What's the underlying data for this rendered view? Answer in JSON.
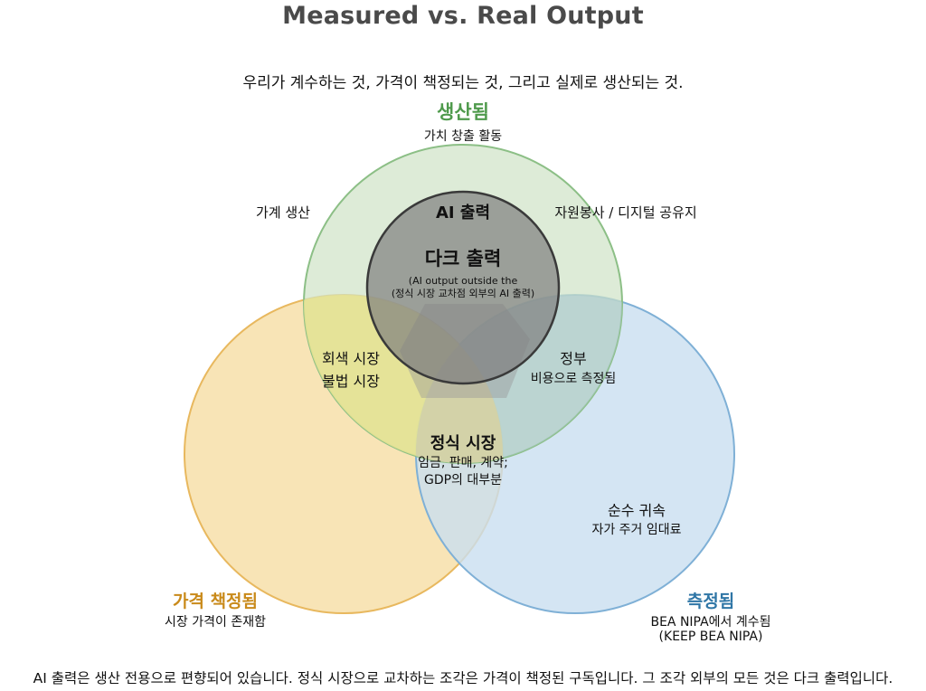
{
  "title": "Measured vs. Real Output",
  "subtitle": "우리가 계수하는 것, 가격이 책정되는 것, 그리고 실제로 생산되는 것.",
  "footer": "AI 출력은 생산 전용으로 편향되어 있습니다. 정식 시장으로 교차하는 조각은 가격이 책정된 구독입니다. 그 조각 외부의 모든 것은 다크 출력입니다.",
  "colors": {
    "produced_fill": "#cfe3c6",
    "produced_stroke": "#8cbf86",
    "priced_fill": "#f7dfa9",
    "priced_stroke": "#e8b85e",
    "measured_fill": "#c9def0",
    "measured_stroke": "#7fb0d6",
    "dark_fill": "#808080",
    "dark_stroke": "#3a3a3a"
  },
  "sets": {
    "produced": {
      "label": "생산됨",
      "sublabel": "가치 창출 활동"
    },
    "priced": {
      "label": "가격 책정됨",
      "sublabel": "시장 가격이 존재함"
    },
    "measured": {
      "label": "측정됨",
      "sublabel1": "BEA NIPA에서 계수됨",
      "sublabel2": "(KEEP BEA NIPA)"
    }
  },
  "regions": {
    "household": "가계 생산",
    "volunteer": "자원봉사 / 디지털 공유지",
    "ai_output": "AI 출력",
    "dark_output": "다크 출력",
    "dark_note1": "(AI output outside the",
    "dark_note2": "(정식 시장 교차점 외부의 AI 출력)",
    "gray_market1": "회색 시장",
    "gray_market2": "불법 시장",
    "government": "정부",
    "government_sub": "비용으로 측정됨",
    "formal_market": "정식 시장",
    "formal_sub1": "임금, 판매, 계약;",
    "formal_sub2": "GDP의 대부분",
    "imputed": "순수 귀속",
    "imputed_sub": "자가 주거 임대료"
  }
}
